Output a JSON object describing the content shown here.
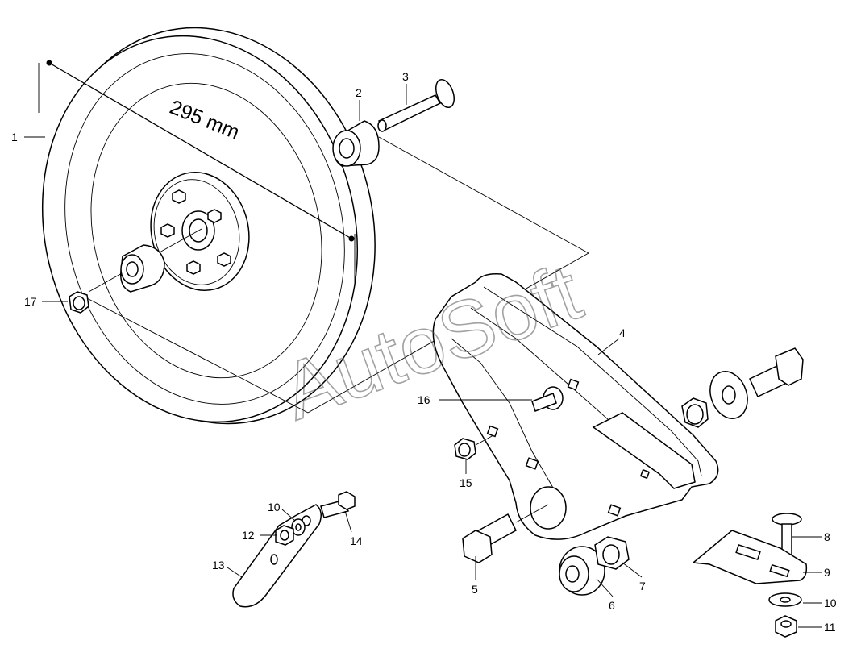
{
  "diagram": {
    "dimension_label": "295 mm",
    "watermark": "AutoSoft",
    "callouts": [
      {
        "id": "1",
        "text": "1"
      },
      {
        "id": "2",
        "text": "2"
      },
      {
        "id": "3",
        "text": "3"
      },
      {
        "id": "4",
        "text": "4"
      },
      {
        "id": "5",
        "text": "5"
      },
      {
        "id": "6",
        "text": "6"
      },
      {
        "id": "7",
        "text": "7"
      },
      {
        "id": "8",
        "text": "8"
      },
      {
        "id": "9",
        "text": "9"
      },
      {
        "id": "10a",
        "text": "10"
      },
      {
        "id": "10b",
        "text": "10"
      },
      {
        "id": "11",
        "text": "11"
      },
      {
        "id": "12",
        "text": "12"
      },
      {
        "id": "13",
        "text": "13"
      },
      {
        "id": "14",
        "text": "14"
      },
      {
        "id": "15",
        "text": "15"
      },
      {
        "id": "16",
        "text": "16"
      },
      {
        "id": "17",
        "text": "17"
      }
    ]
  }
}
